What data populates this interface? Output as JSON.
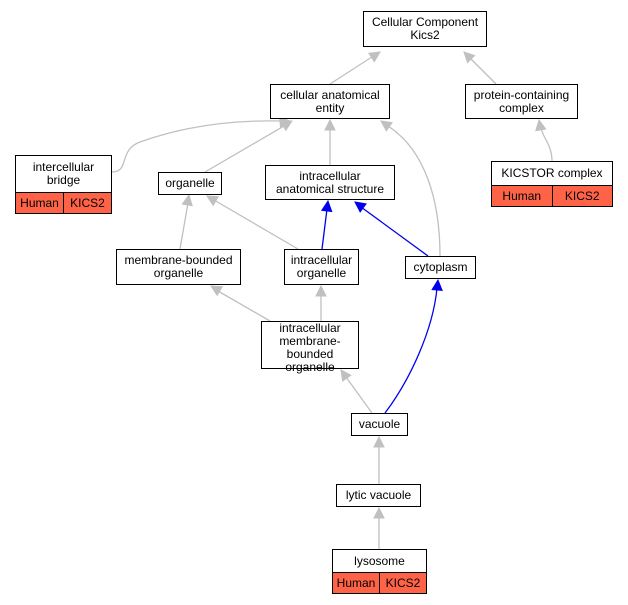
{
  "colors": {
    "edge_default": "#c0c0c0",
    "edge_highlight": "#0000ee",
    "annotation_fill": "#ff6347"
  },
  "nodes": {
    "cellular_component": {
      "label": "Cellular Component\nKics2"
    },
    "cellular_anatomical_entity": {
      "label": "cellular anatomical\nentity"
    },
    "protein_containing_complex": {
      "label": "protein-containing\ncomplex"
    },
    "intercellular_bridge": {
      "label": "intercellular\nbridge",
      "species": "Human",
      "gene": "KICS2"
    },
    "organelle": {
      "label": "organelle"
    },
    "intracellular_anatomical_structure": {
      "label": "intracellular\nanatomical structure"
    },
    "kicstor_complex": {
      "label": "KICSTOR complex",
      "species": "Human",
      "gene": "KICS2"
    },
    "membrane_bounded_organelle": {
      "label": "membrane-bounded\norganelle"
    },
    "intracellular_organelle": {
      "label": "intracellular\norganelle"
    },
    "cytoplasm": {
      "label": "cytoplasm"
    },
    "intracellular_membrane_bounded_organelle": {
      "label": "intracellular\nmembrane-bounded\norganelle"
    },
    "vacuole": {
      "label": "vacuole"
    },
    "lytic_vacuole": {
      "label": "lytic vacuole"
    },
    "lysosome": {
      "label": "lysosome",
      "species": "Human",
      "gene": "KICS2"
    }
  }
}
